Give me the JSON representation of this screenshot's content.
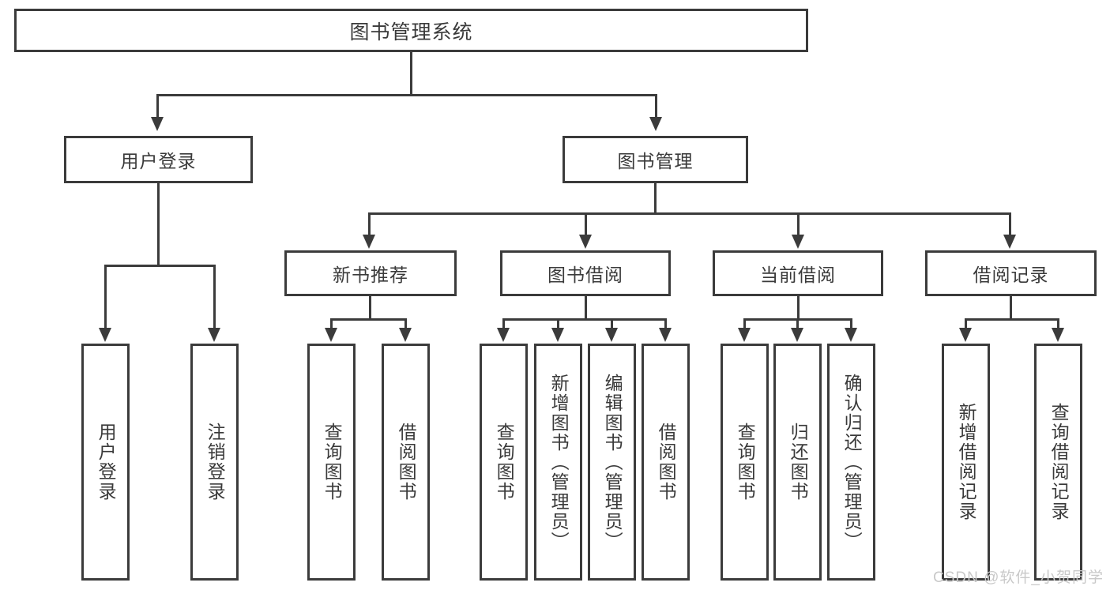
{
  "diagram": {
    "type": "tree",
    "title": "图书管理系统",
    "watermark": "CSDN @软件_小贺同学",
    "colors": {
      "stroke": "#3b3b3b",
      "fill": "#ffffff",
      "text": "#3a3a3a",
      "watermark": "#c9c9c9"
    },
    "root": {
      "label": "图书管理系统"
    },
    "level2": [
      {
        "id": "user-login",
        "label": "用户登录"
      },
      {
        "id": "book-manage",
        "label": "图书管理"
      }
    ],
    "level3": [
      {
        "id": "new-book-recommend",
        "label": "新书推荐",
        "parent": "book-manage"
      },
      {
        "id": "book-borrow",
        "label": "图书借阅",
        "parent": "book-manage"
      },
      {
        "id": "current-borrow",
        "label": "当前借阅",
        "parent": "book-manage"
      },
      {
        "id": "borrow-record",
        "label": "借阅记录",
        "parent": "book-manage"
      }
    ],
    "leaves": [
      {
        "id": "leaf-user-login",
        "label": "用户登录",
        "parent": "user-login"
      },
      {
        "id": "leaf-logout",
        "label": "注销登录",
        "parent": "user-login"
      },
      {
        "id": "leaf-query-book-1",
        "label": "查询图书",
        "parent": "new-book-recommend"
      },
      {
        "id": "leaf-borrow-book-1",
        "label": "借阅图书",
        "parent": "new-book-recommend"
      },
      {
        "id": "leaf-query-book-2",
        "label": "查询图书",
        "parent": "book-borrow"
      },
      {
        "id": "leaf-add-book",
        "label": "新增图书（管理员）",
        "parent": "book-borrow"
      },
      {
        "id": "leaf-edit-book",
        "label": "编辑图书（管理员）",
        "parent": "book-borrow"
      },
      {
        "id": "leaf-borrow-book-2",
        "label": "借阅图书",
        "parent": "book-borrow"
      },
      {
        "id": "leaf-query-book-3",
        "label": "查询图书",
        "parent": "current-borrow"
      },
      {
        "id": "leaf-return-book",
        "label": "归还图书",
        "parent": "current-borrow"
      },
      {
        "id": "leaf-confirm-return",
        "label": "确认归还（管理员）",
        "parent": "current-borrow"
      },
      {
        "id": "leaf-add-record",
        "label": "新增借阅记录",
        "parent": "borrow-record"
      },
      {
        "id": "leaf-query-record",
        "label": "查询借阅记录",
        "parent": "borrow-record"
      }
    ]
  }
}
